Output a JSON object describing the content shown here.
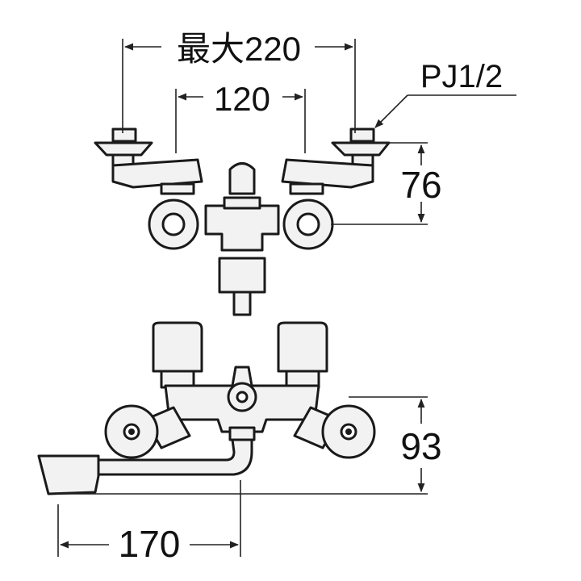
{
  "dimensions": {
    "max_spread": "最大220",
    "center_spread": "120",
    "thread_size": "PJ1/2",
    "top_height": "76",
    "front_height": "93",
    "spout_reach": "170"
  },
  "colors": {
    "line": "#1a1a1a",
    "fill": "#f2f2f2",
    "dim": "#222222"
  }
}
